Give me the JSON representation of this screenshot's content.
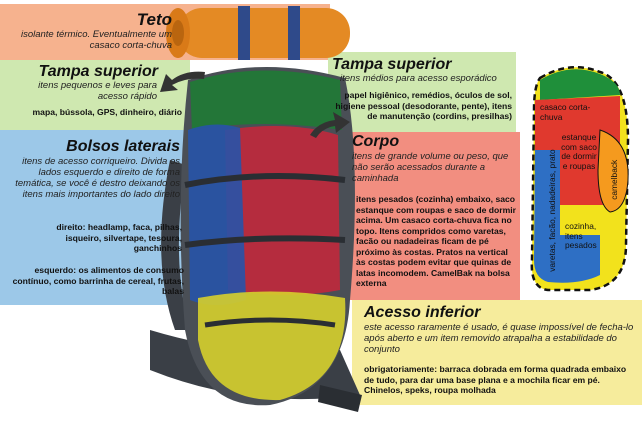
{
  "teto": {
    "title": "Teto",
    "desc": "isolante térmico. Eventualmente um casaco corta-chuva"
  },
  "tampa_left": {
    "title": "Tampa superior",
    "desc": "itens pequenos e leves para acesso rápido",
    "items": "mapa, bússola, GPS, dinheiro, diário"
  },
  "tampa_right": {
    "title": "Tampa superior",
    "desc": "itens médios para acesso esporádico",
    "items": "papel higiênico, remédios, óculos de sol, higiene pessoal (desodorante, pente), itens de manutenção (cordins, presilhas)"
  },
  "bolsos": {
    "title": "Bolsos laterais",
    "desc": "itens de acesso corriqueiro. Divida os lados esquerdo e direito de forma temática, se você é destro deixando os itens mais importantes do lado direito",
    "direito": "direito: headlamp, faca, pilhas, isqueiro, silvertape, tesoura, ganchinhos",
    "esquerdo": "esquerdo: os alimentos de consumo contínuo, como barrinha de cereal, frutas, balas"
  },
  "corpo": {
    "title": "Corpo",
    "desc": "itens de grande volume ou peso, que não serão acessados durante a caminhada",
    "items": "itens pesados (cozinha) embaixo, saco estanque com roupas e saco de dormir acima. Um casaco corta-chuva fica no topo. Itens compridos como varetas, facão ou nadadeiras ficam de pé próximo às costas. Pratos na vertical às costas podem evitar que quinas de latas incomodem. CamelBak na bolsa externa"
  },
  "acesso": {
    "title": "Acesso inferior",
    "desc": "este acesso raramente é usado, é quase impossível de fecha-lo após aberto e um item removido atrapalha a estabilidade do conjunto",
    "items": "obrigatoriamente: barraca dobrada em forma quadrada embaixo de tudo, para dar uma base plana e a mochila ficar em pé. Chinelos, speks, roupa molhada"
  },
  "diagram_labels": {
    "casaco": "casaco corta-chuva",
    "saco": "estanque com saco de dormir e roupas",
    "varetas": "varetas, facão, nadadeiras, prato",
    "cozinha": "cozinha, itens pesados",
    "camelback": "camelback"
  },
  "colors": {
    "teto_bg": "#f6b28e",
    "tampa_bg": "#cfe8b0",
    "bolsos_bg": "#9cc8e8",
    "corpo_bg": "#f28e80",
    "acesso_bg": "#f6ec9c",
    "diagram_red": "#e0392e",
    "diagram_blue": "#2e6fc4",
    "diagram_green": "#1f8f3a",
    "diagram_orange": "#f59a1e",
    "diagram_yellow": "#f2e21c"
  }
}
